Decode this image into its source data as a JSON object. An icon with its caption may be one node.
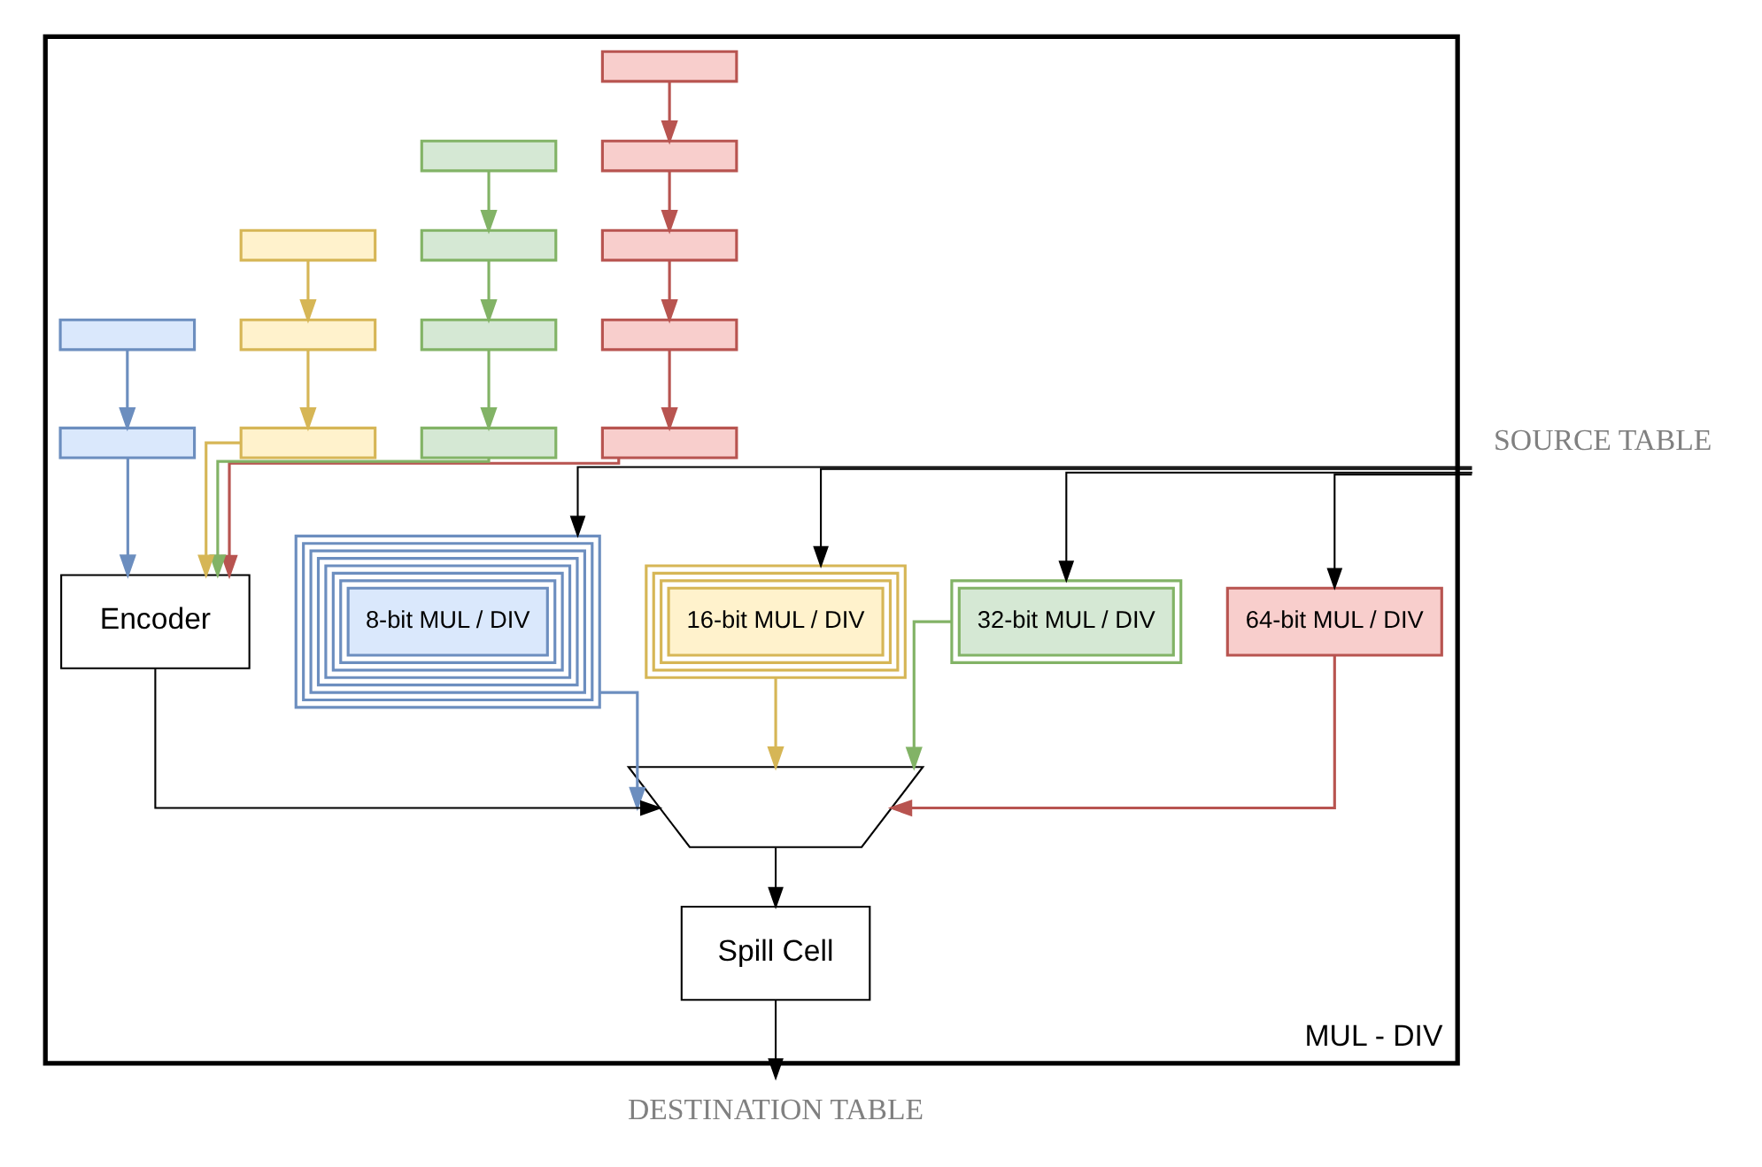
{
  "diagram": {
    "nodes": [
      {
        "text": [
          "MUL - DIV"
        ]
      },
      {
        "text": [
          "SOURCE TABLE"
        ]
      },
      {
        "text": [
          "64-bit MUL / DIV"
        ],
        "in": 0
      },
      {
        "text": [],
        "shape": "box",
        "in": 0
      },
      {
        "text": [],
        "shape": "box",
        "in": 0
      },
      {
        "text": [],
        "shape": "box",
        "in": 0
      },
      {
        "text": [],
        "shape": "box",
        "in": 0
      },
      {
        "text": [],
        "shape": "box",
        "in": 0
      },
      {
        "text": [
          "32-bit MUL / DIV"
        ],
        "in": 0
      },
      {
        "text": [],
        "shape": "box",
        "in": 0
      },
      {
        "text": [],
        "shape": "box",
        "in": 0
      },
      {
        "text": [],
        "shape": "box",
        "in": 0
      },
      {
        "text": [],
        "shape": "box",
        "in": 0
      },
      {
        "text": [
          "16-bit MUL / DIV"
        ],
        "in": 0
      },
      {
        "text": [],
        "shape": "box",
        "in": 0
      },
      {
        "text": [],
        "shape": "box",
        "in": 0
      },
      {
        "text": [],
        "shape": "box",
        "in": 0
      },
      {
        "text": [
          "8-bit MUL / DIV"
        ],
        "in": 0
      },
      {
        "text": [],
        "shape": "box",
        "in": 0
      },
      {
        "text": [],
        "shape": "box",
        "in": 0
      },
      {
        "text": [],
        "shape": "trapezoid",
        "in": 0
      },
      {
        "text": [
          "Encoder"
        ],
        "in": 0
      },
      {
        "text": [
          "Spill Cell"
        ],
        "in": 0
      },
      {
        "text": [
          "DESTINATION TABLE"
        ]
      }
    ],
    "edges": [
      {
        "from": 1,
        "to": 2,
        "arrow": "to"
      },
      {
        "from": 1,
        "to": 8,
        "arrow": "to"
      },
      {
        "from": 1,
        "to": 13,
        "arrow": "to"
      },
      {
        "from": 1,
        "to": 17,
        "arrow": "to"
      },
      {
        "from": 3,
        "to": 4,
        "arrow": "to",
        "color": "#b85450"
      },
      {
        "from": 4,
        "to": 5,
        "arrow": "to",
        "color": "#b85450"
      },
      {
        "from": 5,
        "to": 6,
        "arrow": "to",
        "color": "#b85450"
      },
      {
        "from": 6,
        "to": 7,
        "arrow": "to",
        "color": "#b85450"
      },
      {
        "from": 9,
        "to": 10,
        "arrow": "to",
        "color": "#82b366"
      },
      {
        "from": 10,
        "to": 11,
        "arrow": "to",
        "color": "#82b366"
      },
      {
        "from": 11,
        "to": 12,
        "arrow": "to",
        "color": "#82b366"
      },
      {
        "from": 14,
        "to": 15,
        "arrow": "to",
        "color": "#d6b656"
      },
      {
        "from": 15,
        "to": 16,
        "arrow": "to",
        "color": "#d6b656"
      },
      {
        "from": 18,
        "to": 19,
        "arrow": "to",
        "color": "#6c8ebf"
      },
      {
        "from": 2,
        "to": 20,
        "arrow": "to",
        "color": "#b85450"
      },
      {
        "from": 8,
        "to": 20,
        "arrow": "to",
        "color": "#82b366"
      },
      {
        "from": 13,
        "to": 20,
        "arrow": "to",
        "color": "#d6b656"
      },
      {
        "from": 17,
        "to": 20,
        "arrow": "to",
        "color": "#6c8ebf"
      },
      {
        "from": 7,
        "to": 21,
        "arrow": "to",
        "color": "#b85450"
      },
      {
        "from": 12,
        "to": 21,
        "arrow": "to",
        "color": "#82b366"
      },
      {
        "from": 16,
        "to": 21,
        "arrow": "to",
        "color": "#d6b656"
      },
      {
        "from": 19,
        "to": 21,
        "arrow": "to",
        "color": "#6c8ebf"
      },
      {
        "from": 21,
        "to": 20,
        "arrow": "to"
      },
      {
        "from": 20,
        "to": 22,
        "arrow": "to"
      },
      {
        "from": 22,
        "to": 23,
        "arrow": "to"
      }
    ]
  }
}
